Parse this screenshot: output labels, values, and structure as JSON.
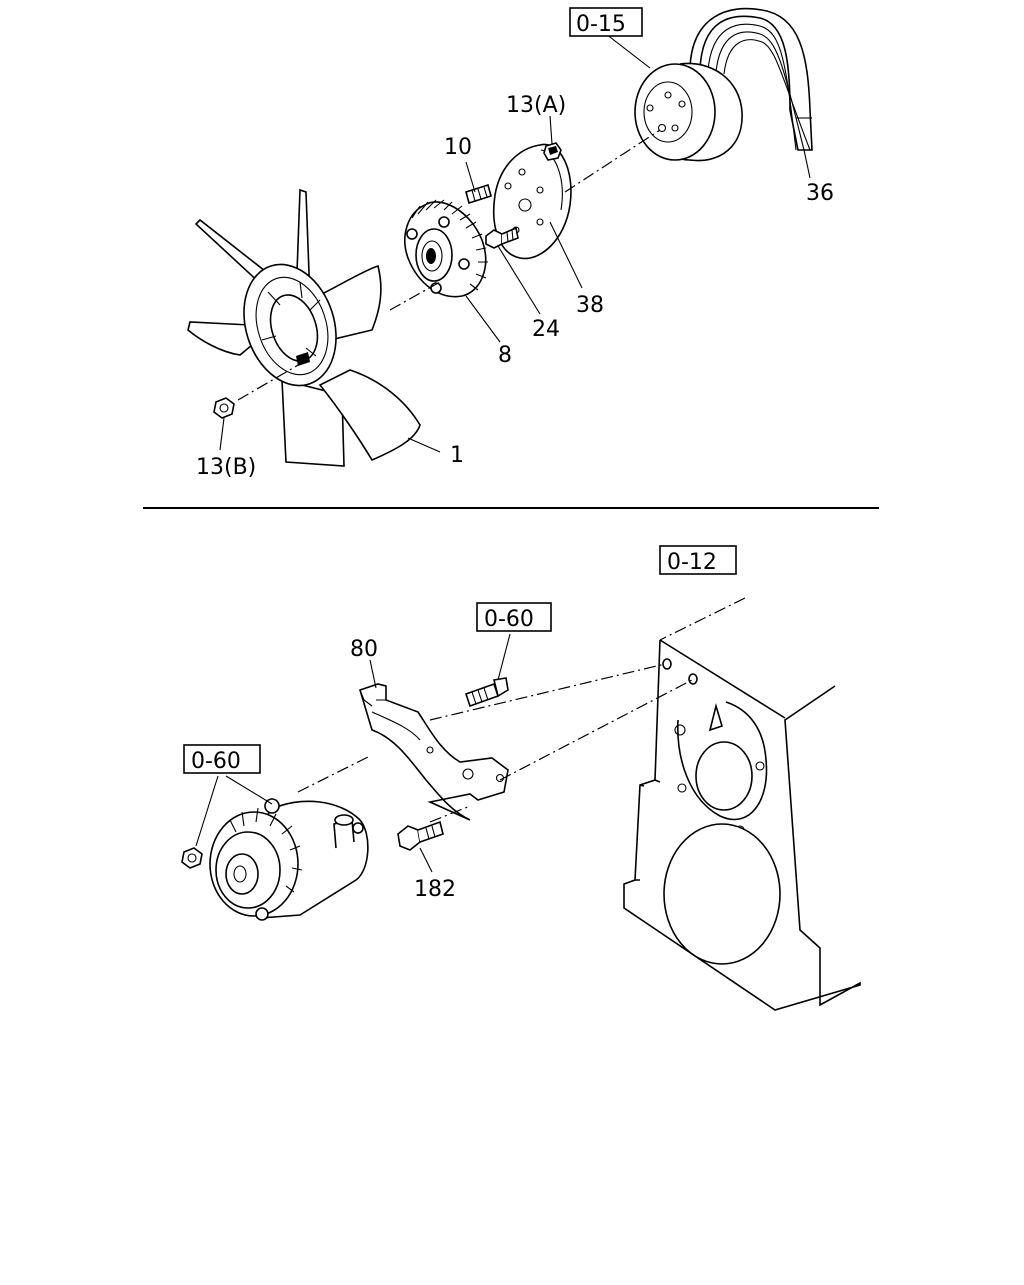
{
  "refs": {
    "upper_pulley": "0-15",
    "engine_block": "0-12",
    "bracket_bolt": "0-60",
    "alternator": "0-60"
  },
  "callouts": {
    "fan": "1",
    "clutch": "8",
    "stud": "10",
    "nut_a": "13(A)",
    "nut_b": "13(B)",
    "bolt": "24",
    "belt": "36",
    "plate": "38",
    "bracket": "80",
    "bracket_mount_bolt": "182"
  }
}
